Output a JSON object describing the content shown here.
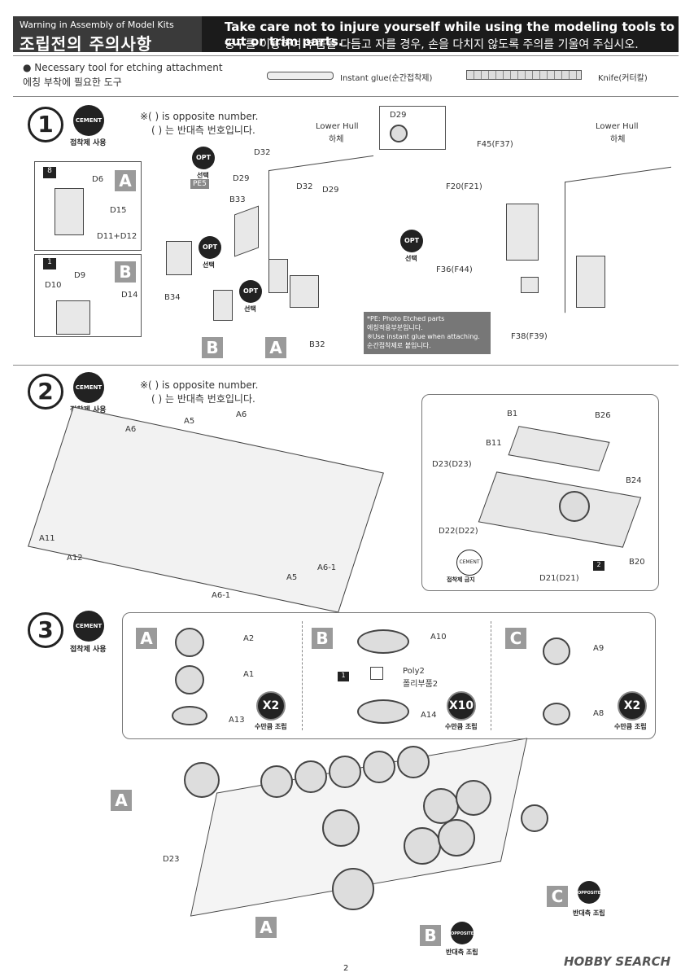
{
  "header": {
    "warning_en": "Warning in Assembly of Model Kits",
    "warning_ko": "조립전의 주의사항",
    "caution_en": "Take care not to injure yourself while using the modeling tools to cut or trim parts.",
    "caution_ko": "공구를 이용하여 부품을 다듬고 자를 경우, 손을 다치지 않도록 주의를 기울여 주십시오."
  },
  "tools": {
    "note_en": "● Necessary tool for etching attachment",
    "note_ko": "에칭 부착에 필요한 도구",
    "glue": "Instant glue(순간접착제)",
    "knife": "Knife(커터칼)"
  },
  "common": {
    "cement": "CEMENT",
    "cement_ko": "접착제 사용",
    "opt": "OPT",
    "opt_ko": "선택",
    "opposite_note_en": "※( ) is opposite number.",
    "opposite_note_ko": "( ) 는 반대측 번호입니다.",
    "opposite": "OPPOSITE",
    "opposite_ko": "반대측 조립",
    "qty_ko": "수만큼 조립",
    "no_cement_ko": "접착제 금지"
  },
  "step1": {
    "number": "1",
    "sub_a_labels": [
      "8",
      "D6",
      "D15",
      "D11+D12"
    ],
    "sub_b_labels": [
      "1",
      "D9",
      "D10",
      "D14"
    ],
    "parts": [
      "B34",
      "B33",
      "D29",
      "D32",
      "PE5",
      "D32",
      "D29",
      "B32",
      "D29",
      "F45(F37)",
      "F20(F21)",
      "F36(F44)",
      "F38(F39)"
    ],
    "lower_hull": "Lower Hull",
    "lower_hull_ko": "하체",
    "pe_note": [
      "*PE: Photo Etched parts",
      "에칭적용부분입니다.",
      "※Use instant glue when attaching.",
      "순간접착제로 붙입니다."
    ],
    "letters": [
      "A",
      "B"
    ]
  },
  "step2": {
    "number": "2",
    "labels": [
      "A6",
      "A5",
      "A6",
      "A11",
      "A12",
      "A5",
      "A6-1",
      "A6-1"
    ],
    "detail_labels": [
      "B1",
      "B26",
      "B11",
      "D23(D23)",
      "B24",
      "D22(D22)",
      "D21(D21)",
      "B20",
      "2"
    ]
  },
  "step3": {
    "number": "3",
    "box_a": {
      "letter": "A",
      "labels": [
        "A2",
        "A1",
        "A13"
      ],
      "qty": "X2"
    },
    "box_b": {
      "letter": "B",
      "labels": [
        "A10",
        "Poly2",
        "폴리부품2",
        "A14"
      ],
      "qty": "X10",
      "mark": "1"
    },
    "box_c": {
      "letter": "C",
      "labels": [
        "A9",
        "A8"
      ],
      "qty": "X2"
    },
    "assembly_labels": [
      "A",
      "D23",
      "A",
      "B",
      "C"
    ]
  },
  "footer": {
    "page": "2",
    "watermark": "HOBBY SEARCH"
  }
}
